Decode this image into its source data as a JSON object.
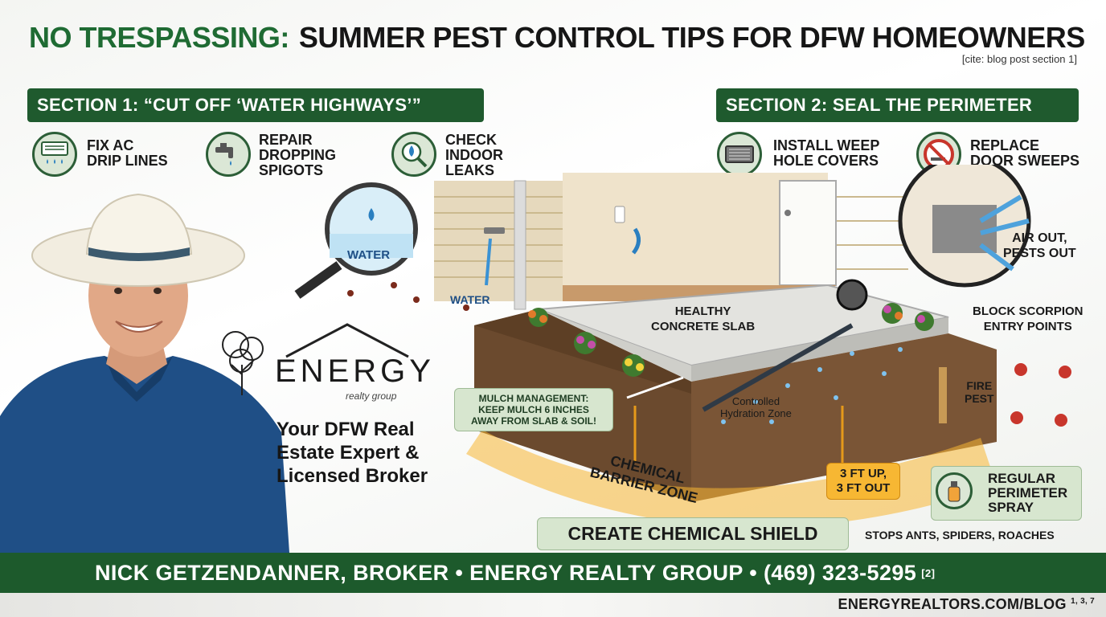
{
  "title": {
    "highlight": "NO TRESPASSING:",
    "main": "SUMMER PEST CONTROL TIPS FOR DFW HOMEOWNERS",
    "cite": "[cite: blog post section 1]"
  },
  "section1": {
    "heading": "SECTION 1: “CUT OFF ‘WATER HIGHWAYS’”",
    "tips": [
      {
        "label": "FIX AC\nDRIP LINES",
        "icon": "ac-unit-icon"
      },
      {
        "label": "REPAIR\nDROPPING\nSPIGOTS",
        "icon": "faucet-icon"
      },
      {
        "label": "CHECK\nINDOOR\nLEAKS",
        "icon": "magnifier-drop-icon"
      }
    ]
  },
  "section2": {
    "heading": "SECTION 2: SEAL THE PERIMETER",
    "tips": [
      {
        "label": "INSTALL WEEP\nHOLE COVERS",
        "icon": "weep-cover-icon"
      },
      {
        "label": "REPLACE\nDOOR SWEEPS",
        "icon": "no-entry-icon"
      }
    ]
  },
  "scene": {
    "water_lens": "WATER",
    "water_stream": "WATER",
    "slab": "HEALTHY\nCONCRETE SLAB",
    "mulch": "MULCH MANAGEMENT:\nKEEP MULCH 6 INCHES\nAWAY FROM SLAB & SOIL!",
    "hydration": "Controlled\nHydration Zone",
    "barrier": "CHEMICAL\nBARRIER ZONE",
    "three_ft": "3 FT UP,\n3 FT OUT",
    "shield": "CREATE CHEMICAL SHIELD",
    "air_out": "AIR OUT,\nPESTS OUT",
    "block_scorpion": "BLOCK SCORPION\nENTRY POINTS",
    "fire_pest": "FIRE\nPEST",
    "spray": "REGULAR\nPERIMETER\nSPRAY",
    "stops": "STOPS ANTS, SPIDERS, ROACHES"
  },
  "brand": {
    "name": "ENERGY",
    "sub": "realty group",
    "tagline": "Your DFW Real Estate Expert & Licensed Broker"
  },
  "footer": {
    "text": "NICK GETZENDANNER, BROKER • ENERGY REALTY GROUP • (469) 323-5295",
    "ref": "[2]",
    "blog": "ENERGYREALTORS.COM/BLOG",
    "blog_refs": "1, 3, 7"
  },
  "colors": {
    "brand_green": "#1f5a2e",
    "title_green": "#1f6b33",
    "callout_green": "#d7e6cf",
    "barrier_orange": "#f7b733"
  }
}
